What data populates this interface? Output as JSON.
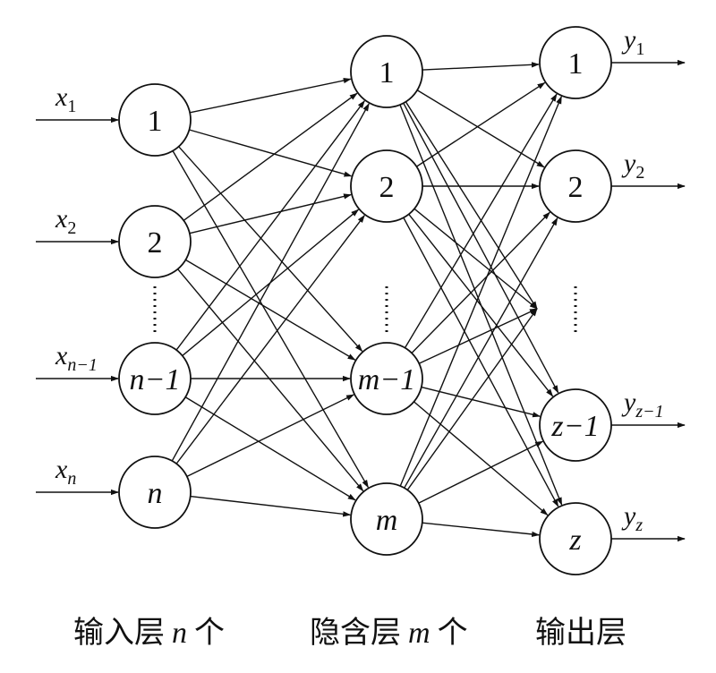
{
  "input_layer": {
    "nodes": [
      {
        "label": "1",
        "italic": false
      },
      {
        "label": "2",
        "italic": false
      },
      {
        "label": "n−1",
        "italic": true
      },
      {
        "label": "n",
        "italic": true
      }
    ],
    "inputs": [
      {
        "base": "x",
        "sub": "1"
      },
      {
        "base": "x",
        "sub": "2"
      },
      {
        "base": "x",
        "sub": "n−1"
      },
      {
        "base": "x",
        "sub": "n"
      }
    ],
    "caption_prefix": "输入层",
    "caption_var": "n",
    "caption_suffix": "个"
  },
  "hidden_layer": {
    "nodes": [
      {
        "label": "1",
        "italic": false
      },
      {
        "label": "2",
        "italic": false
      },
      {
        "label": "m−1",
        "italic": true
      },
      {
        "label": "m",
        "italic": true
      }
    ],
    "caption_prefix": "隐含层",
    "caption_var": "m",
    "caption_suffix": "个"
  },
  "output_layer": {
    "nodes": [
      {
        "label": "1",
        "italic": false
      },
      {
        "label": "2",
        "italic": false
      },
      {
        "label": "z−1",
        "italic": true
      },
      {
        "label": "z",
        "italic": true
      }
    ],
    "outputs": [
      {
        "base": "y",
        "sub": "1"
      },
      {
        "base": "y",
        "sub": "2"
      },
      {
        "base": "y",
        "sub": "z−1"
      },
      {
        "base": "y",
        "sub": "z"
      }
    ],
    "caption": "输出层"
  }
}
